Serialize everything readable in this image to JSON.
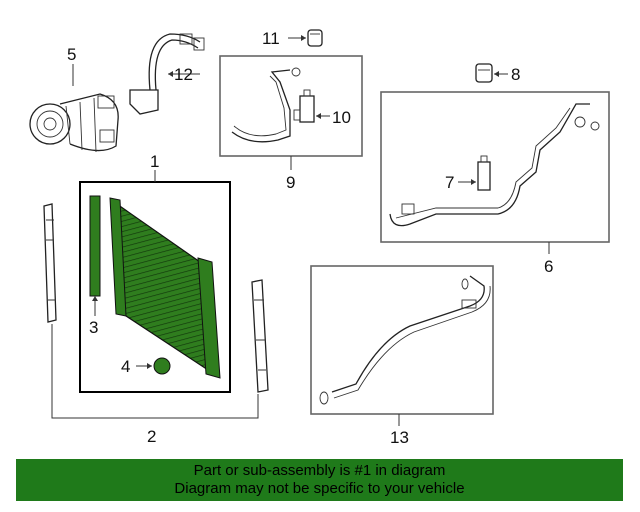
{
  "callouts": {
    "c1": "1",
    "c2": "2",
    "c3": "3",
    "c4": "4",
    "c5": "5",
    "c6": "6",
    "c7": "7",
    "c8": "8",
    "c9": "9",
    "c10": "10",
    "c11": "11",
    "c12": "12",
    "c13": "13"
  },
  "banner": {
    "line1": "Part or sub-assembly is #1 in diagram",
    "line2": "Diagram may not be specific to your vehicle"
  },
  "colors": {
    "highlight": "#2f7d1e",
    "banner": "#1f7a1a"
  }
}
